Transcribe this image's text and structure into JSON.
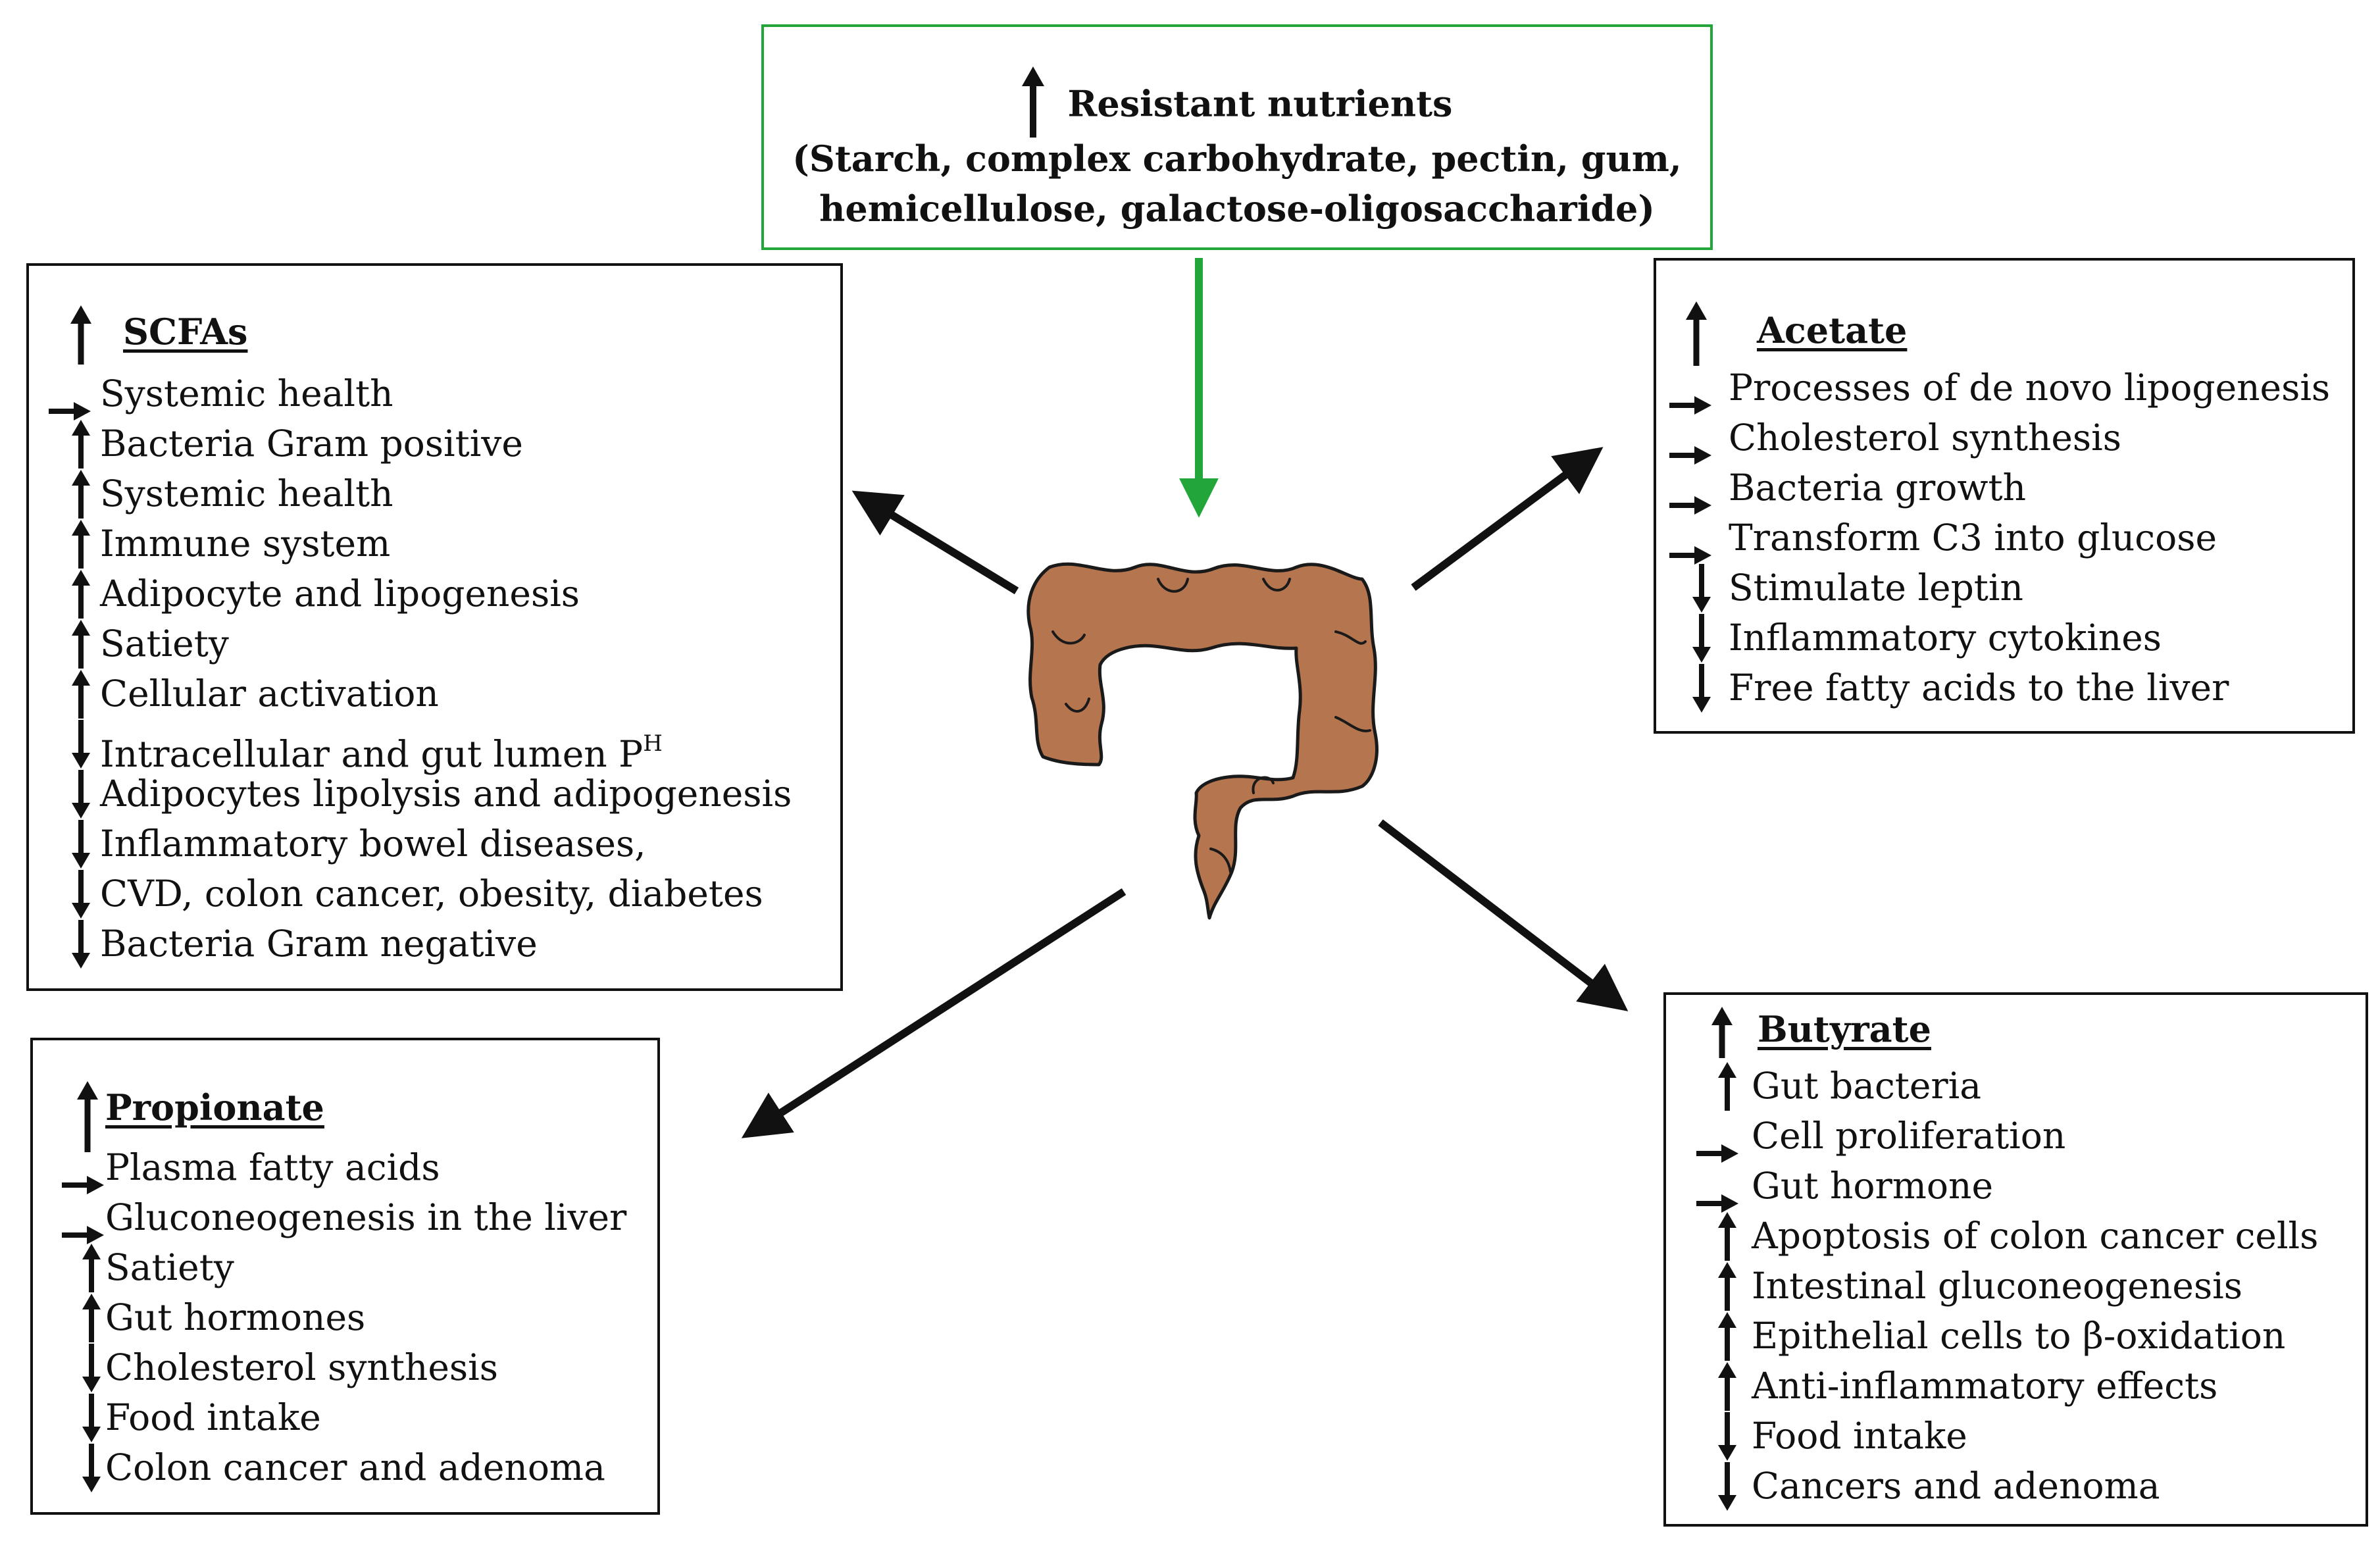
{
  "diagram": {
    "source_box": {
      "title": "Resistant nutrients",
      "subtitle_line1": "(Starch, complex carbohydrate, pectin, gum,",
      "subtitle_line2": "hemicellulose, galactose-oligosaccharide)",
      "direction": "up"
    },
    "colors": {
      "source_border": "#22a63a",
      "source_arrow": "#22a63a",
      "colon_fill": "#b5754e",
      "colon_stroke": "#1a1a1a",
      "border": "#111111"
    },
    "icons": {
      "up": "up-arrow-icon",
      "down": "down-arrow-icon",
      "right": "right-arrow-icon",
      "colon": "colon-icon"
    },
    "scfas": {
      "title": "SCFAs",
      "title_direction": "up",
      "items": [
        {
          "text": "Systemic health",
          "direction": "right"
        },
        {
          "text": "Bacteria Gram positive",
          "direction": "up"
        },
        {
          "text": "Systemic health",
          "direction": "up"
        },
        {
          "text": "Immune system",
          "direction": "up"
        },
        {
          "text": "Adipocyte and lipogenesis",
          "direction": "up"
        },
        {
          "text": "Satiety",
          "direction": "up"
        },
        {
          "text": "Cellular activation",
          "direction": "up"
        },
        {
          "text": "Intracellular and gut lumen P",
          "sup": "H",
          "direction": "down"
        },
        {
          "text": "Adipocytes lipolysis and adipogenesis",
          "direction": "down"
        },
        {
          "text": "Inflammatory bowel diseases,",
          "direction": "down"
        },
        {
          "text": "CVD,  colon cancer, obesity, diabetes",
          "direction": "down"
        },
        {
          "text": "Bacteria Gram negative",
          "direction": "down"
        }
      ]
    },
    "acetate": {
      "title": "Acetate",
      "title_direction": "up",
      "items": [
        {
          "text": "Processes of de novo lipogenesis",
          "direction": "right"
        },
        {
          "text": "Cholesterol synthesis",
          "direction": "right"
        },
        {
          "text": "Bacteria growth",
          "direction": "right"
        },
        {
          "text": "Transform C3 into glucose",
          "direction": "right"
        },
        {
          "text": "Stimulate leptin",
          "direction": "down"
        },
        {
          "text": "Inflammatory cytokines",
          "direction": "down"
        },
        {
          "text": "Free fatty acids to the liver",
          "direction": "down"
        }
      ]
    },
    "propionate": {
      "title": "Propionate",
      "title_direction": "up",
      "items": [
        {
          "text": "Plasma fatty acids",
          "direction": "right"
        },
        {
          "text": "Gluconeogenesis in the liver",
          "direction": "right"
        },
        {
          "text": "Satiety",
          "direction": "up"
        },
        {
          "text": "Gut hormones",
          "direction": "up"
        },
        {
          "text": "Cholesterol synthesis",
          "direction": "down"
        },
        {
          "text": "Food intake",
          "direction": "down"
        },
        {
          "text": "Colon cancer and adenoma",
          "direction": "down"
        }
      ]
    },
    "butyrate": {
      "title": "Butyrate",
      "title_direction": "up",
      "items": [
        {
          "text": "Gut bacteria",
          "direction": "up"
        },
        {
          "text": "Cell proliferation",
          "direction": "right"
        },
        {
          "text": "Gut hormone",
          "direction": "right"
        },
        {
          "text": "Apoptosis of colon cancer cells",
          "direction": "up"
        },
        {
          "text": "Intestinal gluconeogenesis",
          "direction": "up"
        },
        {
          "text": "Epithelial cells to β-oxidation",
          "direction": "up"
        },
        {
          "text": "Anti-inflammatory effects",
          "direction": "up"
        },
        {
          "text": "Food intake",
          "direction": "down"
        },
        {
          "text": "Cancers and adenoma",
          "direction": "down"
        }
      ]
    }
  }
}
